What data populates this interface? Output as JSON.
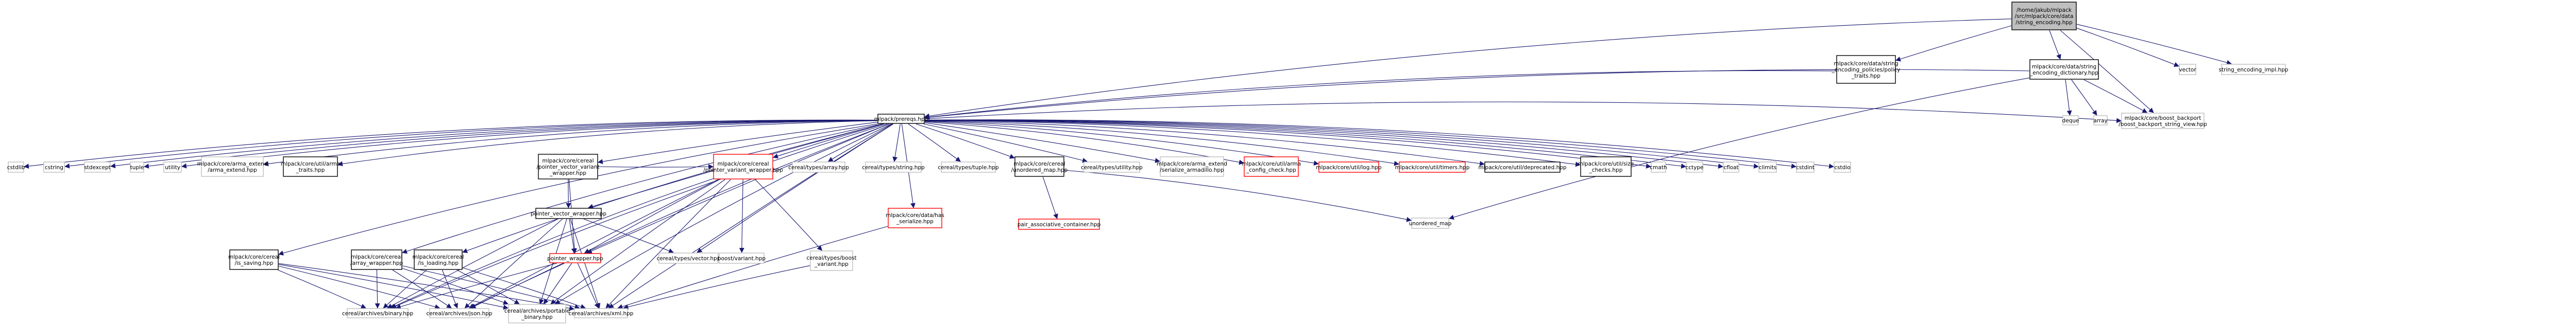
{
  "diagram": {
    "colors": {
      "edge": "#191970",
      "root_fill": "#bfbfbf",
      "normal_stroke": "#000000",
      "missing_stroke": "#ff0000",
      "external_stroke": "#bfbfbf",
      "text": "#000000"
    },
    "nodes": [
      {
        "id": "root",
        "lines": [
          "/home/jakub/mlpack",
          "/src/mlpack/core/data",
          "/string_encoding.hpp"
        ],
        "style": "root"
      },
      {
        "id": "vector",
        "lines": [
          "vector"
        ],
        "style": "external"
      },
      {
        "id": "sei",
        "lines": [
          "string_encoding_impl.hpp"
        ],
        "style": "external"
      },
      {
        "id": "sepol",
        "lines": [
          "mlpack/core/data/string",
          "_encoding_policies/policy",
          "_traits.hpp"
        ],
        "style": "normal"
      },
      {
        "id": "sedict",
        "lines": [
          "mlpack/core/data/string",
          "_encoding_dictionary.hpp"
        ],
        "style": "normal"
      },
      {
        "id": "prereqs",
        "lines": [
          "mlpack/prereqs.hpp"
        ],
        "style": "normal"
      },
      {
        "id": "deque",
        "lines": [
          "deque"
        ],
        "style": "external"
      },
      {
        "id": "array",
        "lines": [
          "array"
        ],
        "style": "external"
      },
      {
        "id": "boostsv",
        "lines": [
          "mlpack/core/boost_backport",
          "/boost_backport_string_view.hpp"
        ],
        "style": "external"
      },
      {
        "id": "cstdlib",
        "lines": [
          "cstdlib"
        ],
        "style": "external"
      },
      {
        "id": "cstring",
        "lines": [
          "cstring"
        ],
        "style": "external"
      },
      {
        "id": "stdexcept",
        "lines": [
          "stdexcept"
        ],
        "style": "external"
      },
      {
        "id": "tuple",
        "lines": [
          "tuple"
        ],
        "style": "external"
      },
      {
        "id": "utility",
        "lines": [
          "utility"
        ],
        "style": "external"
      },
      {
        "id": "armaext",
        "lines": [
          "mlpack/core/arma_extend",
          "/arma_extend.hpp"
        ],
        "style": "external"
      },
      {
        "id": "armatraits",
        "lines": [
          "mlpack/core/util/arma",
          "_traits.hpp"
        ],
        "style": "normal"
      },
      {
        "id": "pvw",
        "lines": [
          "mlpack/core/cereal",
          "/pointer_vector_variant",
          "_wrapper.hpp"
        ],
        "style": "normal"
      },
      {
        "id": "pvarw",
        "lines": [
          "mlpack/core/cereal",
          "/pointer_variant_wrapper.hpp"
        ],
        "style": "missing"
      },
      {
        "id": "cerarray",
        "lines": [
          "cereal/types/array.hpp"
        ],
        "style": "external"
      },
      {
        "id": "cerstring",
        "lines": [
          "cereal/types/string.hpp"
        ],
        "style": "external"
      },
      {
        "id": "certuple",
        "lines": [
          "cereal/types/tuple.hpp"
        ],
        "style": "external"
      },
      {
        "id": "umap",
        "lines": [
          "mlpack/core/cereal",
          "/unordered_map.hpp"
        ],
        "style": "normal"
      },
      {
        "id": "cerutil",
        "lines": [
          "cereal/types/utility.hpp"
        ],
        "style": "external"
      },
      {
        "id": "serarmadillo",
        "lines": [
          "mlpack/core/arma_extend",
          "/serialize_armadillo.hpp"
        ],
        "style": "external"
      },
      {
        "id": "armacfg",
        "lines": [
          "mlpack/core/util/arma",
          "_config_check.hpp"
        ],
        "style": "missing"
      },
      {
        "id": "log",
        "lines": [
          "mlpack/core/util/log.hpp"
        ],
        "style": "missing"
      },
      {
        "id": "timers",
        "lines": [
          "mlpack/core/util/timers.hpp"
        ],
        "style": "missing"
      },
      {
        "id": "deprecated",
        "lines": [
          "mlpack/core/util/deprecated.hpp"
        ],
        "style": "normal"
      },
      {
        "id": "sizechecks",
        "lines": [
          "mlpack/core/util/size",
          "_checks.hpp"
        ],
        "style": "normal"
      },
      {
        "id": "cmath",
        "lines": [
          "cmath"
        ],
        "style": "external"
      },
      {
        "id": "cctype",
        "lines": [
          "cctype"
        ],
        "style": "external"
      },
      {
        "id": "cfloat",
        "lines": [
          "cfloat"
        ],
        "style": "external"
      },
      {
        "id": "climits",
        "lines": [
          "climits"
        ],
        "style": "external"
      },
      {
        "id": "cstdint",
        "lines": [
          "cstdint"
        ],
        "style": "external"
      },
      {
        "id": "cstdio",
        "lines": [
          "cstdio"
        ],
        "style": "external"
      },
      {
        "id": "pvecw",
        "lines": [
          "pointer_vector_wrapper.hpp"
        ],
        "style": "normal"
      },
      {
        "id": "hasser",
        "lines": [
          "mlpack/core/data/has",
          "_serialize.hpp"
        ],
        "style": "missing"
      },
      {
        "id": "pac",
        "lines": [
          "pair_associative_container.hpp"
        ],
        "style": "missing"
      },
      {
        "id": "unordered_map",
        "lines": [
          "unordered_map"
        ],
        "style": "external"
      },
      {
        "id": "issaving",
        "lines": [
          "mlpack/core/cereal",
          "/is_saving.hpp"
        ],
        "style": "normal"
      },
      {
        "id": "arrwrap",
        "lines": [
          "mlpack/core/cereal",
          "/array_wrapper.hpp"
        ],
        "style": "normal"
      },
      {
        "id": "isloading",
        "lines": [
          "mlpack/core/cereal",
          "/is_loading.hpp"
        ],
        "style": "normal"
      },
      {
        "id": "ptrwrap",
        "lines": [
          "pointer_wrapper.hpp"
        ],
        "style": "missing"
      },
      {
        "id": "cervector",
        "lines": [
          "cereal/types/vector.hpp"
        ],
        "style": "external"
      },
      {
        "id": "boostvariant",
        "lines": [
          "boost/variant.hpp"
        ],
        "style": "external"
      },
      {
        "id": "cerboostvariant",
        "lines": [
          "cereal/types/boost",
          "_variant.hpp"
        ],
        "style": "external"
      },
      {
        "id": "binary",
        "lines": [
          "cereal/archives/binary.hpp"
        ],
        "style": "external"
      },
      {
        "id": "json",
        "lines": [
          "cereal/archives/json.hpp"
        ],
        "style": "external"
      },
      {
        "id": "portable",
        "lines": [
          "cereal/archives/portable",
          "_binary.hpp"
        ],
        "style": "external"
      },
      {
        "id": "xml",
        "lines": [
          "cereal/archives/xml.hpp"
        ],
        "style": "external"
      }
    ],
    "edges": [
      [
        "root",
        "vector"
      ],
      [
        "root",
        "sei"
      ],
      [
        "root",
        "sepol"
      ],
      [
        "root",
        "sedict"
      ],
      [
        "root",
        "prereqs"
      ],
      [
        "root",
        "boostsv"
      ],
      [
        "sepol",
        "prereqs"
      ],
      [
        "sedict",
        "prereqs"
      ],
      [
        "sedict",
        "deque"
      ],
      [
        "sedict",
        "array"
      ],
      [
        "sedict",
        "boostsv"
      ],
      [
        "sedict",
        "unordered_map"
      ],
      [
        "prereqs",
        "cstdlib"
      ],
      [
        "prereqs",
        "cstring"
      ],
      [
        "prereqs",
        "stdexcept"
      ],
      [
        "prereqs",
        "tuple"
      ],
      [
        "prereqs",
        "utility"
      ],
      [
        "prereqs",
        "armaext"
      ],
      [
        "prereqs",
        "armatraits"
      ],
      [
        "prereqs",
        "pvw"
      ],
      [
        "prereqs",
        "pvarw"
      ],
      [
        "prereqs",
        "cerarray"
      ],
      [
        "prereqs",
        "cerstring"
      ],
      [
        "prereqs",
        "certuple"
      ],
      [
        "prereqs",
        "umap"
      ],
      [
        "prereqs",
        "cerutil"
      ],
      [
        "prereqs",
        "serarmadillo"
      ],
      [
        "prereqs",
        "armacfg"
      ],
      [
        "prereqs",
        "log"
      ],
      [
        "prereqs",
        "timers"
      ],
      [
        "prereqs",
        "deprecated"
      ],
      [
        "prereqs",
        "sizechecks"
      ],
      [
        "prereqs",
        "cmath"
      ],
      [
        "prereqs",
        "cctype"
      ],
      [
        "prereqs",
        "cfloat"
      ],
      [
        "prereqs",
        "climits"
      ],
      [
        "prereqs",
        "cstdint"
      ],
      [
        "prereqs",
        "cstdio"
      ],
      [
        "prereqs",
        "boostsv"
      ],
      [
        "prereqs",
        "pvecw"
      ],
      [
        "prereqs",
        "hasser"
      ],
      [
        "prereqs",
        "issaving"
      ],
      [
        "prereqs",
        "arrwrap"
      ],
      [
        "prereqs",
        "isloading"
      ],
      [
        "prereqs",
        "ptrwrap"
      ],
      [
        "prereqs",
        "cervector"
      ],
      [
        "prereqs",
        "binary"
      ],
      [
        "prereqs",
        "json"
      ],
      [
        "prereqs",
        "portable"
      ],
      [
        "prereqs",
        "xml"
      ],
      [
        "pvw",
        "pvecw"
      ],
      [
        "pvw",
        "pvarw"
      ],
      [
        "pvw",
        "ptrwrap"
      ],
      [
        "pvarw",
        "ptrwrap"
      ],
      [
        "pvarw",
        "boostvariant"
      ],
      [
        "pvarw",
        "cerboostvariant"
      ],
      [
        "pvarw",
        "binary"
      ],
      [
        "pvarw",
        "json"
      ],
      [
        "pvarw",
        "portable"
      ],
      [
        "pvarw",
        "xml"
      ],
      [
        "pvecw",
        "ptrwrap"
      ],
      [
        "pvecw",
        "cervector"
      ],
      [
        "pvecw",
        "binary"
      ],
      [
        "pvecw",
        "json"
      ],
      [
        "pvecw",
        "portable"
      ],
      [
        "pvecw",
        "xml"
      ],
      [
        "umap",
        "pac"
      ],
      [
        "umap",
        "unordered_map"
      ],
      [
        "hasser",
        "xml"
      ],
      [
        "issaving",
        "binary"
      ],
      [
        "issaving",
        "json"
      ],
      [
        "issaving",
        "portable"
      ],
      [
        "issaving",
        "xml"
      ],
      [
        "arrwrap",
        "binary"
      ],
      [
        "arrwrap",
        "json"
      ],
      [
        "arrwrap",
        "portable"
      ],
      [
        "arrwrap",
        "xml"
      ],
      [
        "isloading",
        "binary"
      ],
      [
        "isloading",
        "json"
      ],
      [
        "isloading",
        "portable"
      ],
      [
        "isloading",
        "xml"
      ],
      [
        "ptrwrap",
        "binary"
      ],
      [
        "ptrwrap",
        "json"
      ],
      [
        "ptrwrap",
        "portable"
      ],
      [
        "ptrwrap",
        "xml"
      ],
      [
        "cerboostvariant",
        "xml"
      ]
    ]
  }
}
